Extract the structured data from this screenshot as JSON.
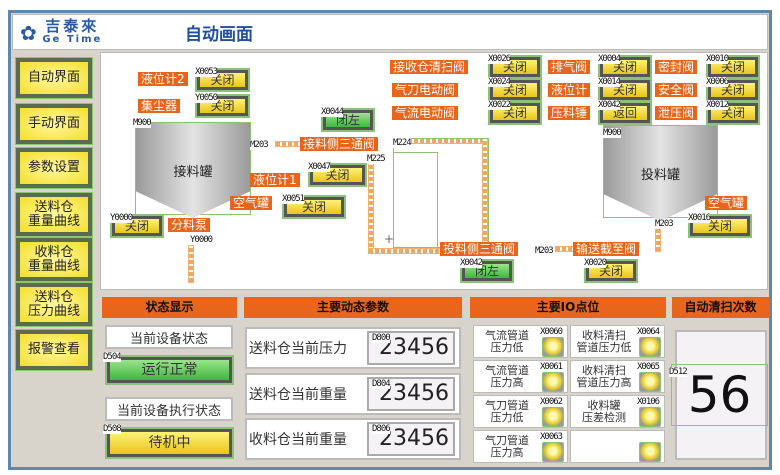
{
  "header": {
    "logo_cn": "吉泰來",
    "logo_en": "Ge Time",
    "title": "自动画面"
  },
  "nav": [
    "自动界面",
    "手动界面",
    "参数设置",
    "送料仓\n重量曲线",
    "收料仓\n重量曲线",
    "送料仓\n压力曲线",
    "报警查看"
  ],
  "diagram": {
    "tanks": [
      {
        "label": "接料罐",
        "tag": "M900"
      },
      {
        "label": "投料罐",
        "tag": "M900"
      }
    ],
    "labels": [
      "液位计2",
      "集尘器",
      "接料侧三通阀",
      "液位计1",
      "空气罐",
      "分料泵",
      "投料侧三通阀",
      "输送截至阀",
      "接收仓清扫阀",
      "气刀电动阀",
      "气流电动阀",
      "排气阀",
      "液位计",
      "压料锤",
      "密封阀",
      "安全阀",
      "泄压阀",
      "空气罐"
    ],
    "buttons": [
      {
        "tag": "X0053",
        "text": "关闭"
      },
      {
        "tag": "Y0050",
        "text": "关闭"
      },
      {
        "tag": "X0044",
        "text": "闭左",
        "color": "green"
      },
      {
        "tag": "X0047",
        "text": "关闭"
      },
      {
        "tag": "X0051",
        "text": "关闭"
      },
      {
        "tag": "Y0000",
        "text": "关闭"
      },
      {
        "tag": "X0042",
        "text": "闭左",
        "color": "green"
      },
      {
        "tag": "X0020",
        "text": "关闭"
      },
      {
        "tag": "X0026",
        "text": "关闭"
      },
      {
        "tag": "X0024",
        "text": "关闭"
      },
      {
        "tag": "X0022",
        "text": "关闭"
      },
      {
        "tag": "X0004",
        "text": "关闭"
      },
      {
        "tag": "X0014",
        "text": "关闭"
      },
      {
        "tag": "X0042",
        "text": "返回"
      },
      {
        "tag": "X0010",
        "text": "关闭"
      },
      {
        "tag": "X0006",
        "text": "关闭"
      },
      {
        "tag": "X0012",
        "text": "关闭"
      },
      {
        "tag": "X0016",
        "text": "关闭"
      }
    ],
    "tags": [
      "M203",
      "M224",
      "M225",
      "Y0000",
      "M203",
      "M203"
    ]
  },
  "status": {
    "title": "状态显示",
    "device_state_label": "当前设备状态",
    "device_state_tag": "D504",
    "device_state": "运行正常",
    "exec_state_label": "当前设备执行状态",
    "exec_state_tag": "D508",
    "exec_state": "待机中"
  },
  "params": {
    "title": "主要动态参数",
    "rows": [
      {
        "label": "送料仓当前压力",
        "tag": "D800",
        "value": "23456"
      },
      {
        "label": "送料仓当前重量",
        "tag": "D804",
        "value": "23456"
      },
      {
        "label": "收料仓当前重量",
        "tag": "D806",
        "value": "23456"
      }
    ]
  },
  "io": {
    "title": "主要IO点位",
    "cells": [
      {
        "label": "气流管道\n压力低",
        "tag": "X0060"
      },
      {
        "label": "收料清扫\n管道压力低",
        "tag": "X0064"
      },
      {
        "label": "气流管道\n压力高",
        "tag": "X0061"
      },
      {
        "label": "收料清扫\n管道压力高",
        "tag": "X0065"
      },
      {
        "label": "气刀管道\n压力低",
        "tag": "X0062"
      },
      {
        "label": "收料罐\n压差检测",
        "tag": "X0106"
      },
      {
        "label": "气刀管道\n压力高",
        "tag": "X0063"
      },
      {
        "label": "",
        "tag": ""
      }
    ]
  },
  "clean": {
    "title": "自动清扫次数",
    "tag": "D512",
    "value": "56"
  }
}
